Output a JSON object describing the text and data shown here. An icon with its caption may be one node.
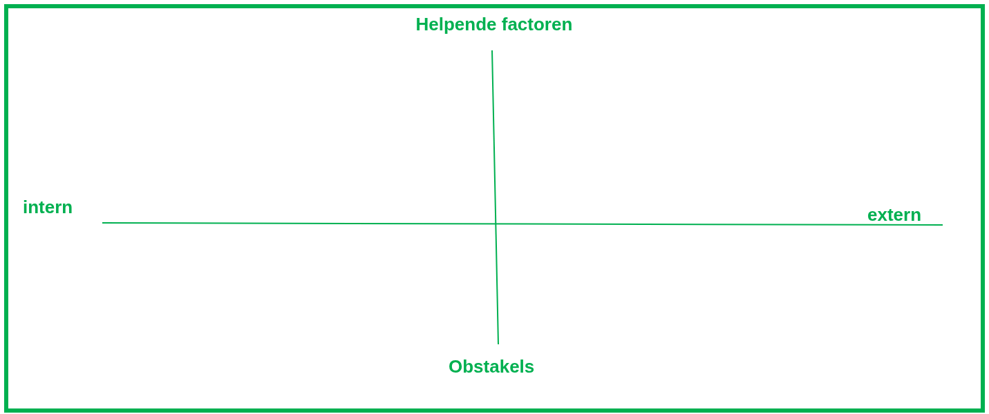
{
  "diagram": {
    "labels": [
      "Helpende factoren",
      "intern",
      "extern",
      "Obstakels"
    ]
  }
}
